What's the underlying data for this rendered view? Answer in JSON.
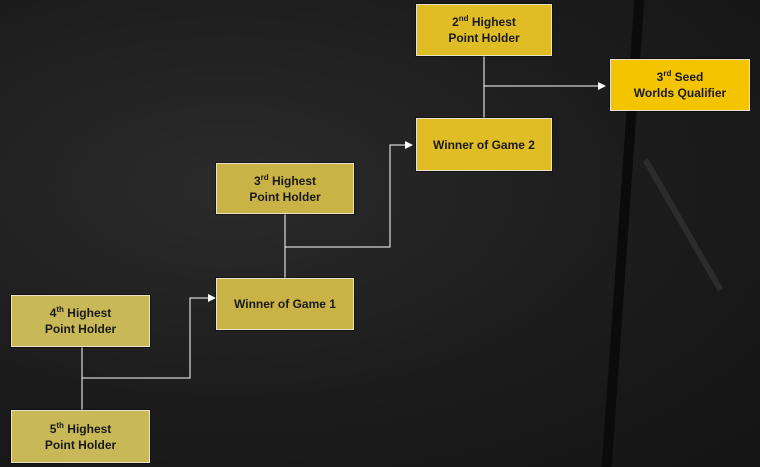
{
  "bracket": {
    "seed2": {
      "rank": "2",
      "suffix": "nd",
      "line1": "Highest",
      "line2": "Point Holder"
    },
    "worlds": {
      "rank": "3",
      "suffix": "rd",
      "line1": "Seed",
      "line2": "Worlds Qualifier"
    },
    "game2": {
      "label": "Winner of Game 2"
    },
    "seed3": {
      "rank": "3",
      "suffix": "rd",
      "line1": "Highest",
      "line2": "Point Holder"
    },
    "game1": {
      "label": "Winner of Game 1"
    },
    "seed4": {
      "rank": "4",
      "suffix": "th",
      "line1": "Highest",
      "line2": "Point Holder"
    },
    "seed5": {
      "rank": "5",
      "suffix": "th",
      "line1": "Highest",
      "line2": "Point Holder"
    }
  },
  "colors": {
    "box_border": "#e8e2c8",
    "connector": "#ffffff",
    "background": "#1e1e1e"
  }
}
